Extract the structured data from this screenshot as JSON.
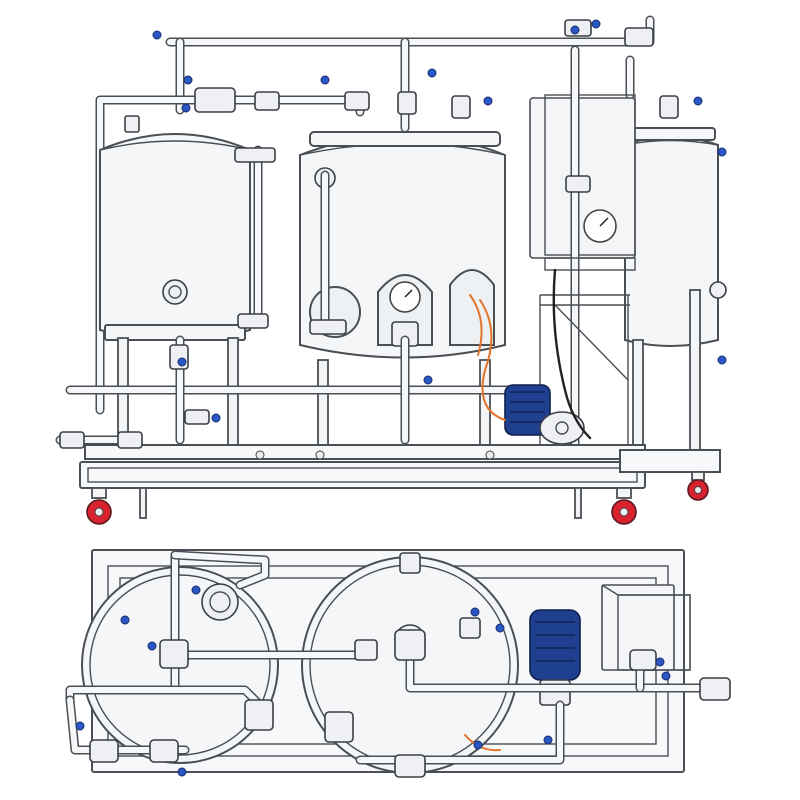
{
  "figure": {
    "views": [
      "front-elevation",
      "top-plan"
    ],
    "colors": {
      "steel_outline": "#4a4f55",
      "steel_fill": "#f4f6f8",
      "valve_knob": "#2a56c6",
      "motor": "#1f3f8f",
      "cable": "#e2732a",
      "caster_wheel": "#d8222f"
    },
    "components": {
      "tanks_front": [
        "left-tank",
        "center-tank",
        "right-tank"
      ],
      "tanks_top": [
        "left-tank-top",
        "center-tank-top"
      ],
      "control_box": "electrical-control-box",
      "pump": "centrifugal-pump-motor",
      "gauges": [
        "pressure-gauge-box",
        "pressure-gauge-tank"
      ],
      "casters": 4
    }
  }
}
